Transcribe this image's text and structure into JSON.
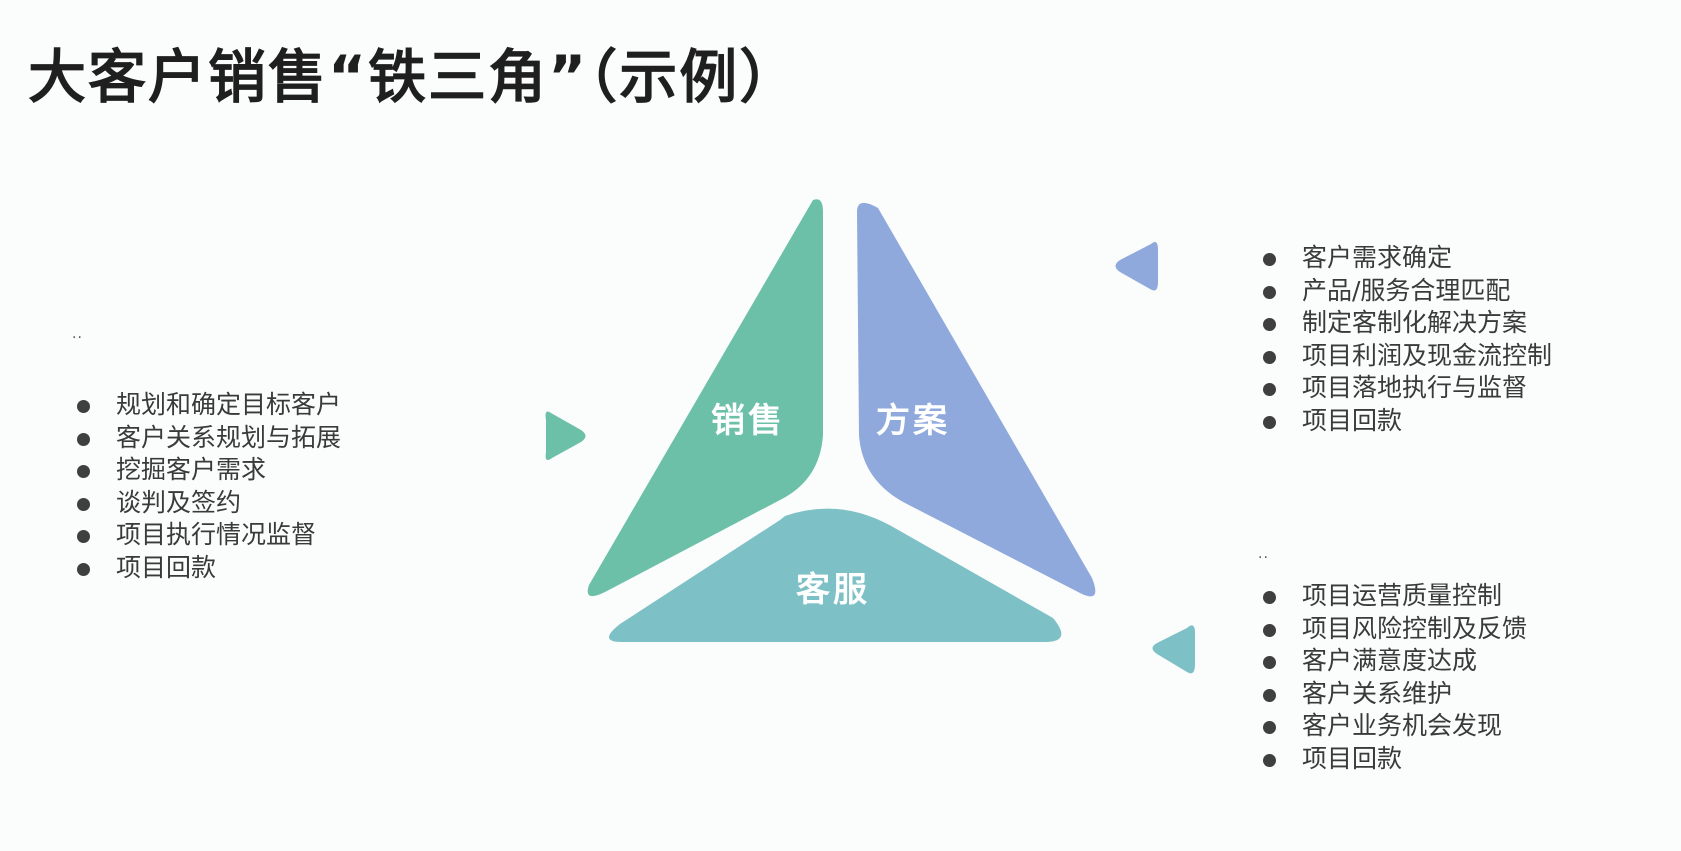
{
  "title": "大客户销售“铁三角”（示例）",
  "segments": {
    "sales": {
      "label": "销售",
      "color": "#6cc0a8"
    },
    "solution": {
      "label": "方案",
      "color": "#8fa9dc"
    },
    "service": {
      "label": "客服",
      "color": "#7dc1c6"
    }
  },
  "sales_items": [
    "规划和确定目标客户",
    "客户关系规划与拓展",
    "挖掘客户需求",
    "谈判及签约",
    "项目执行情况监督",
    "项目回款"
  ],
  "solution_items": [
    "客户需求确定",
    "产品/服务合理匹配",
    "制定客制化解决方案",
    "项目利润及现金流控制",
    "项目落地执行与监督",
    "项目回款"
  ],
  "service_items": [
    "项目运营质量控制",
    "项目风险控制及反馈",
    "客户满意度达成",
    "客户关系维护",
    "客户业务机会发现",
    "项目回款"
  ]
}
